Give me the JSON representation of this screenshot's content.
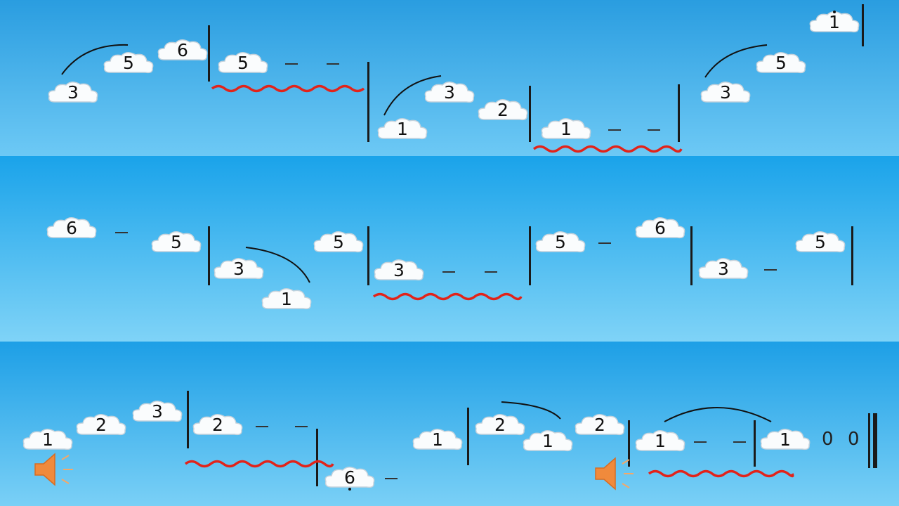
{
  "notation": {
    "row1": [
      "3",
      "5",
      "6",
      "5",
      "1",
      "3",
      "2",
      "1",
      "3",
      "5",
      "1"
    ],
    "row2": [
      "6",
      "5",
      "3",
      "1",
      "5",
      "3",
      "5",
      "6",
      "3",
      "5"
    ],
    "row3": [
      "1",
      "2",
      "3",
      "2",
      "6",
      "1",
      "2",
      "1",
      "2",
      "1",
      "1"
    ],
    "rests": [
      "0",
      "0"
    ]
  },
  "icons": {
    "speaker": "speaker-icon",
    "cloud": "cloud-icon"
  },
  "colors": {
    "underline": "#e2231a",
    "speaker": "#f08a3c"
  }
}
